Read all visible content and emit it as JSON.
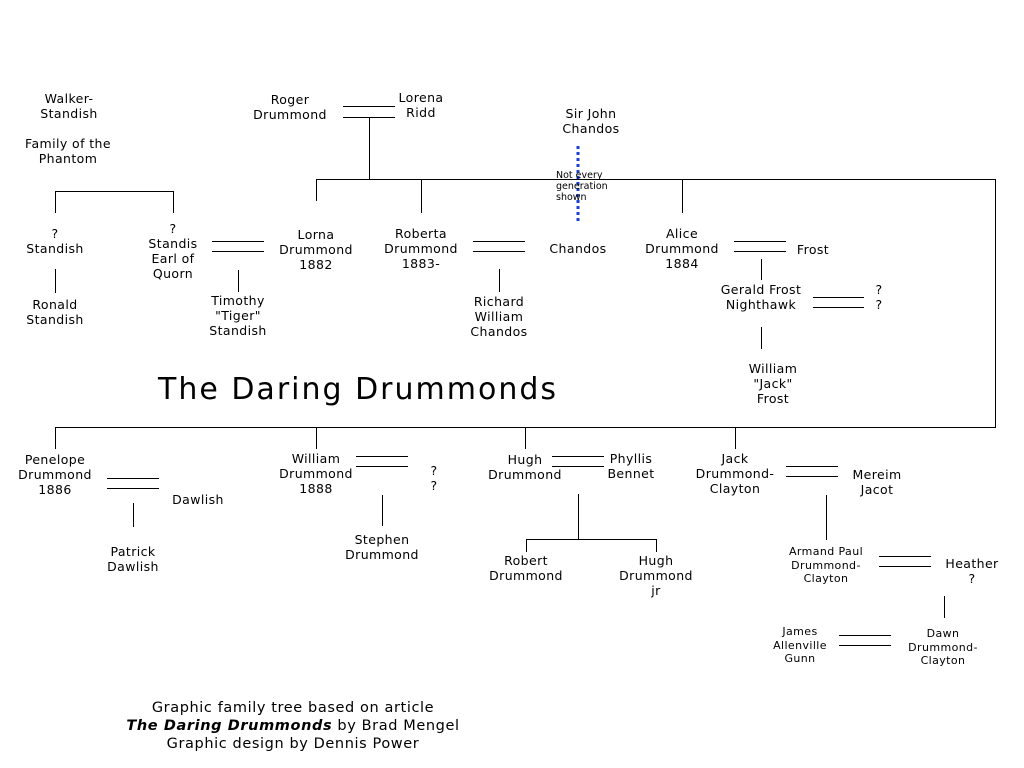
{
  "title": "The Daring Drummonds",
  "note": "Not every\ngeneration\nshown",
  "credits": {
    "line1": "Graphic family tree based on article",
    "line2_title": "The Daring Drummonds",
    "line2_rest": " by Brad Mengel",
    "line3": "Graphic design by Dennis Power"
  },
  "family": {
    "walker_standish": "Walker-\nStandish",
    "phantom": "Family of the\nPhantom",
    "standish_q": "?\nStandish",
    "standis_earl": "?\nStandis\nEarl of\nQuorn",
    "ronald": "Ronald\nStandish",
    "timothy": "Timothy\n\"Tiger\"\nStandish",
    "roger": "Roger\nDrummond",
    "lorena": "Lorena\nRidd",
    "sir_john": "Sir John\nChandos",
    "lorna": "Lorna\nDrummond\n1882",
    "roberta": "Roberta\nDrummond\n1883-",
    "chandos": "Chandos",
    "richard": "Richard\nWilliam\nChandos",
    "alice": "Alice\nDrummond\n1884",
    "frost": "Frost",
    "gerald": "Gerald Frost\nNighthawk",
    "gerald_spouse": "?\n?",
    "william_jack": "William\n\"Jack\"\nFrost",
    "penelope": "Penelope\nDrummond\n1886",
    "dawlish": "Dawlish",
    "patrick": "Patrick\nDawlish",
    "william_1888": "William\nDrummond\n1888",
    "william_spouse": "?\n?",
    "stephen": "Stephen\nDrummond",
    "hugh": "Hugh\nDrummond",
    "phyllis": "Phyllis\nBennet",
    "robert": "Robert\nDrummond",
    "hugh_jr": "Hugh\nDrummond\njr",
    "jack_dc": "Jack\nDrummond-\nClayton",
    "mereim": "Mereim\nJacot",
    "armand": "Armand Paul\nDrummond-\nClayton",
    "heather": "Heather\n?",
    "james": "James\nAllenville\nGunn",
    "dawn": "Dawn\nDrummond-\nClayton"
  }
}
